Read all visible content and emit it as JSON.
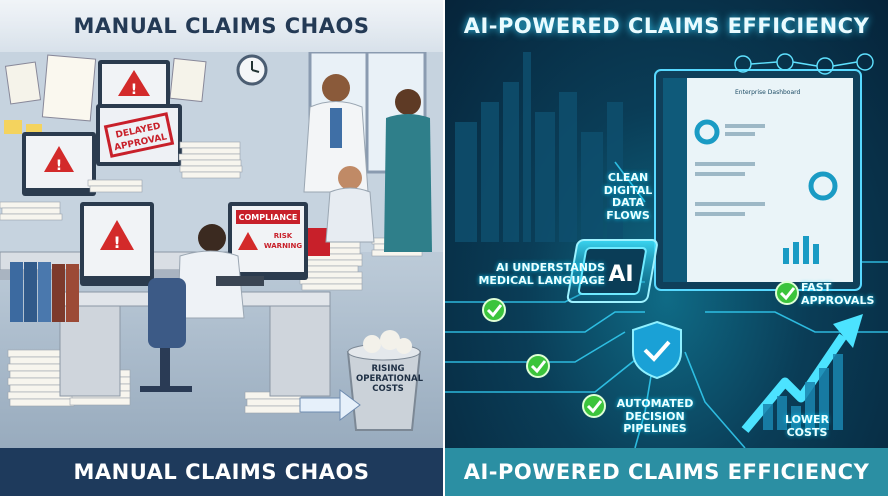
{
  "left": {
    "title": "MANUAL CLAIMS CHAOS",
    "bottom_title": "MANUAL CLAIMS CHAOS",
    "delayed_approval": "DELAYED APPROVAL",
    "compliance_label": "COMPLIANCE",
    "risk_warning": "RISK WARNING",
    "rising_costs": "RISING OPERATIONAL COSTS",
    "accent_color": "#c8202a"
  },
  "right": {
    "title": "AI-POWERED CLAIMS EFFICIENCY",
    "bottom_title": "AI-POWERED CLAIMS EFFICIENCY",
    "dashboard_title": "Enterprise Dashboard",
    "chip_label": "AI",
    "clean_data": "CLEAN DIGITAL DATA FLOWS",
    "ai_understands": "AI UNDERSTANDS MEDICAL LANGUAGE",
    "fast_approvals": "FAST APPROVALS",
    "automated": "AUTOMATED DECISION PIPELINES",
    "lower_costs": "LOWER COSTS",
    "accent_color": "#2ad4ff",
    "check_color": "#3cc43c"
  }
}
